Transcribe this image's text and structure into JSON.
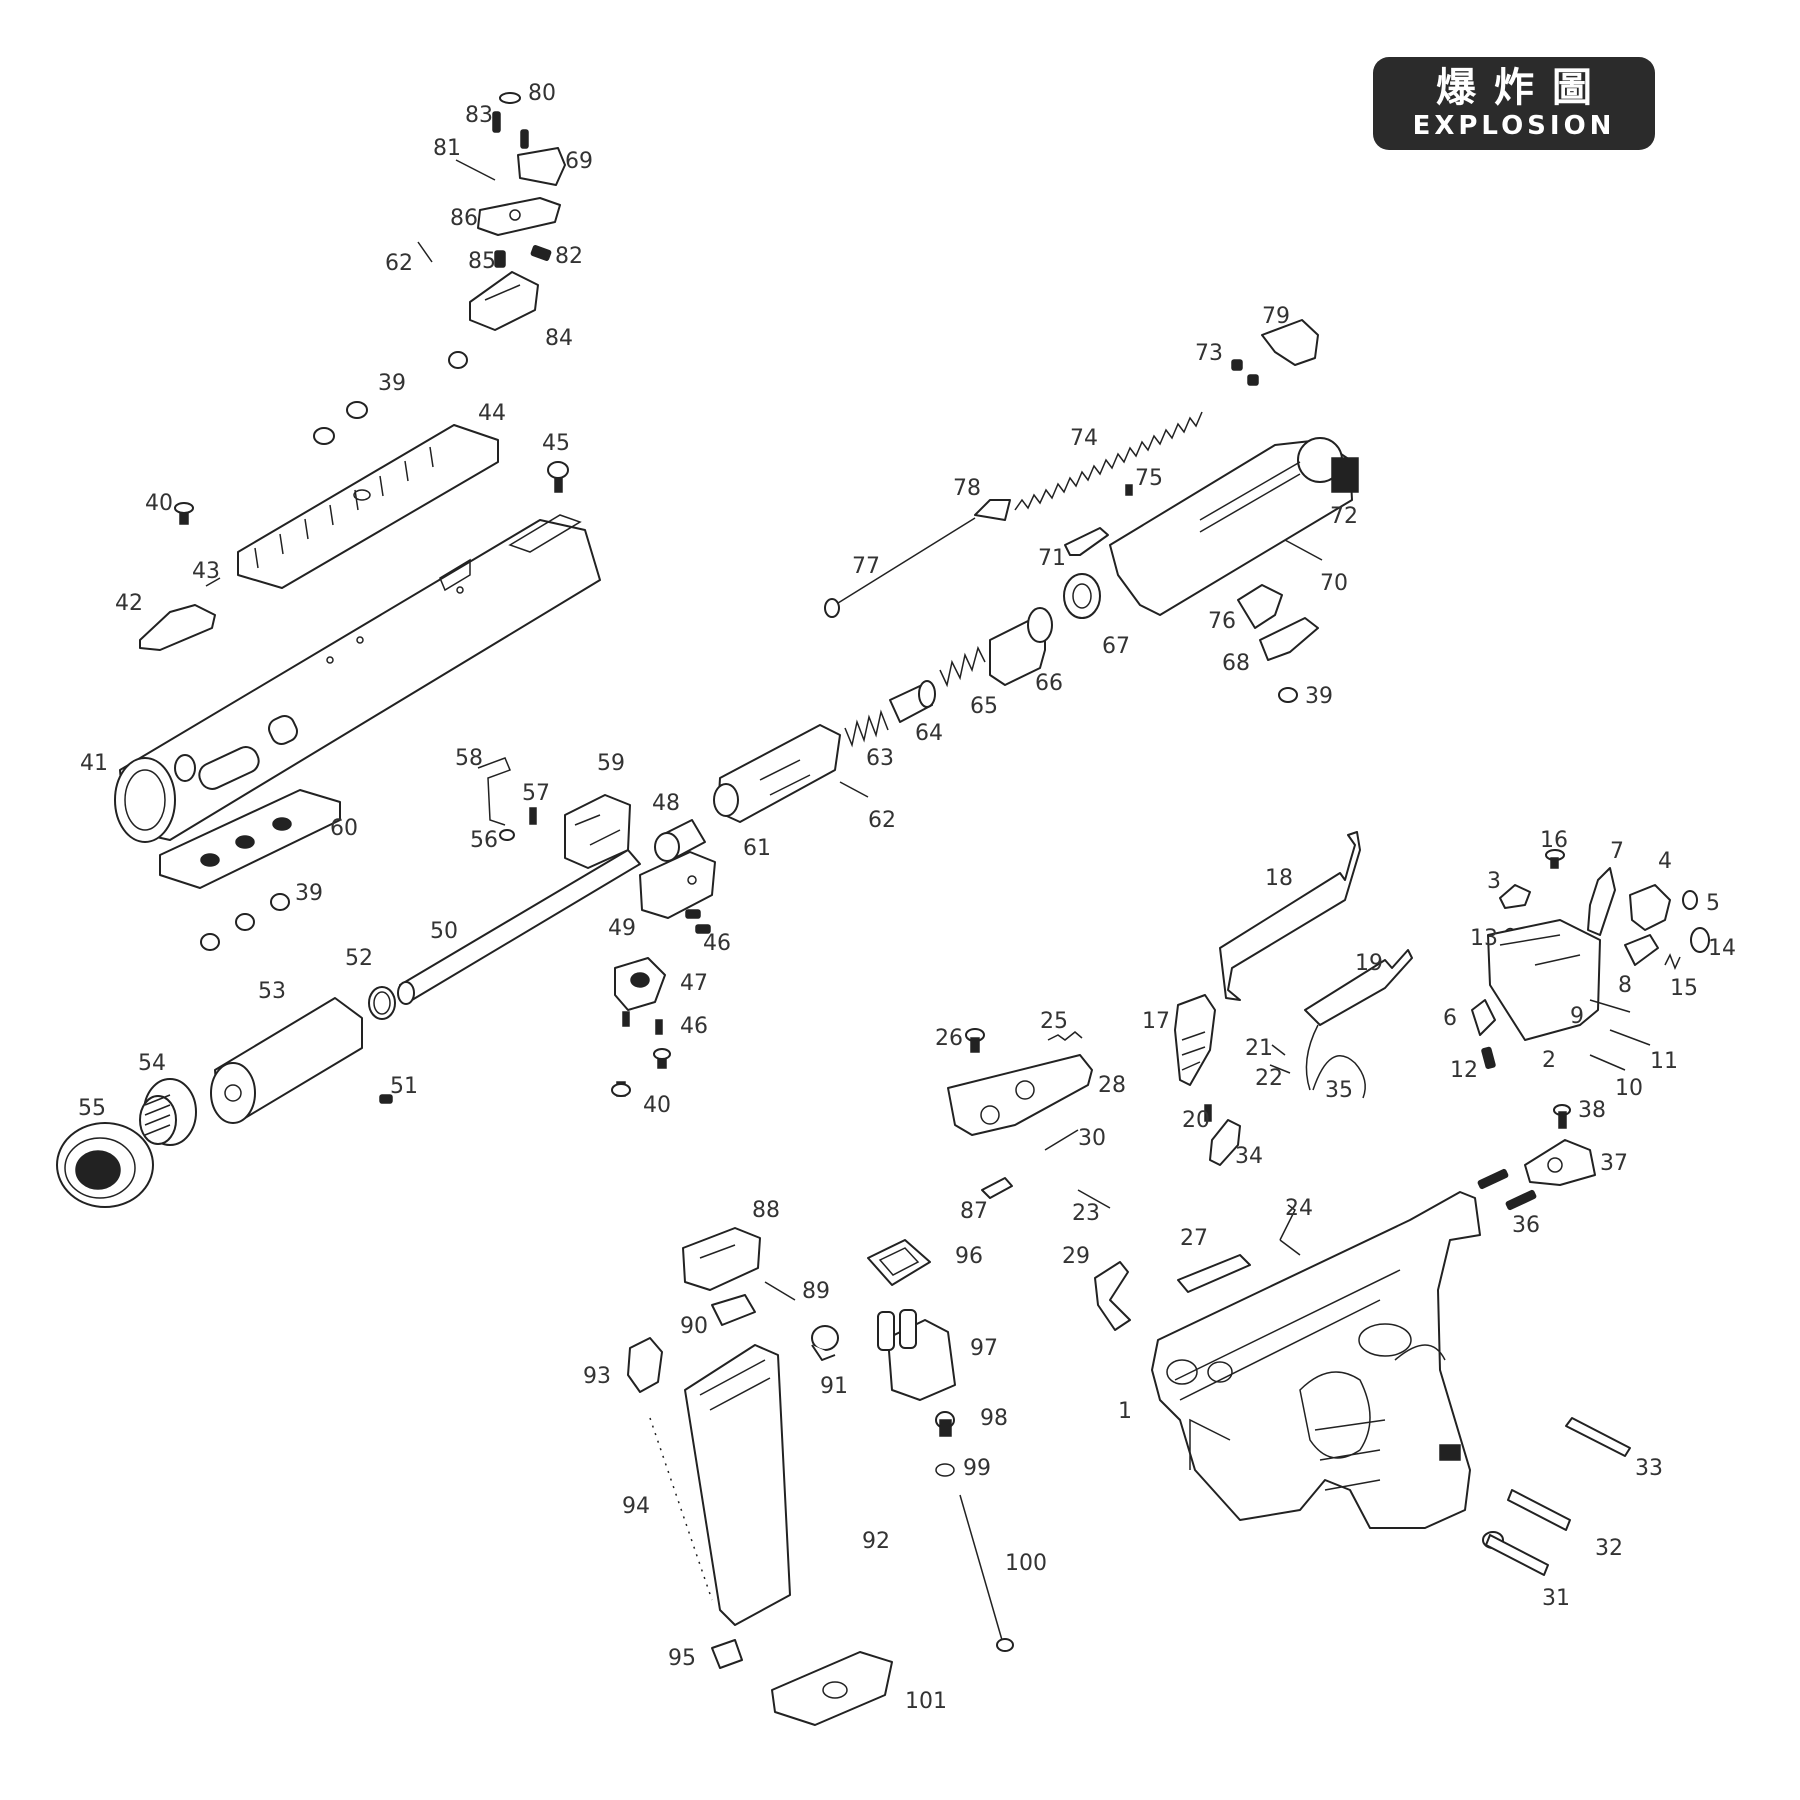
{
  "badge": {
    "chinese_title": "爆炸圖",
    "english_title": "EXPLOSION"
  },
  "labels": {
    "p1": "1",
    "p2": "2",
    "p3": "3",
    "p4": "4",
    "p5": "5",
    "p6": "6",
    "p7": "7",
    "p8": "8",
    "p9": "9",
    "p10": "10",
    "p11": "11",
    "p12": "12",
    "p13": "13",
    "p14": "14",
    "p15": "15",
    "p16": "16",
    "p17": "17",
    "p18": "18",
    "p19": "19",
    "p20": "20",
    "p21": "21",
    "p22": "22",
    "p23": "23",
    "p24": "24",
    "p25": "25",
    "p26": "26",
    "p27": "27",
    "p28": "28",
    "p29": "29",
    "p30": "30",
    "p31": "31",
    "p32": "32",
    "p33": "33",
    "p34": "34",
    "p35": "35",
    "p36": "36",
    "p37": "37",
    "p38": "38",
    "p39": "39",
    "p40": "40",
    "p41": "41",
    "p42": "42",
    "p43": "43",
    "p44": "44",
    "p45": "45",
    "p46": "46",
    "p47": "47",
    "p48": "48",
    "p49": "49",
    "p50": "50",
    "p51": "51",
    "p52": "52",
    "p53": "53",
    "p54": "54",
    "p55": "55",
    "p56": "56",
    "p57": "57",
    "p58": "58",
    "p59": "59",
    "p60": "60",
    "p61": "61",
    "p62": "62",
    "p63": "63",
    "p64": "64",
    "p65": "65",
    "p66": "66",
    "p67": "67",
    "p68": "68",
    "p69": "69",
    "p70": "70",
    "p71": "71",
    "p72": "72",
    "p73": "73",
    "p74": "74",
    "p75": "75",
    "p76": "76",
    "p77": "77",
    "p78": "78",
    "p79": "79",
    "p80": "80",
    "p81": "81",
    "p82": "82",
    "p83": "83",
    "p84": "84",
    "p85": "85",
    "p86": "86",
    "p87": "87",
    "p88": "88",
    "p89": "89",
    "p90": "90",
    "p91": "91",
    "p92": "92",
    "p93": "93",
    "p94": "94",
    "p95": "95",
    "p96": "96",
    "p97": "97",
    "p98": "98",
    "p99": "99",
    "p100": "100",
    "p101": "101"
  }
}
